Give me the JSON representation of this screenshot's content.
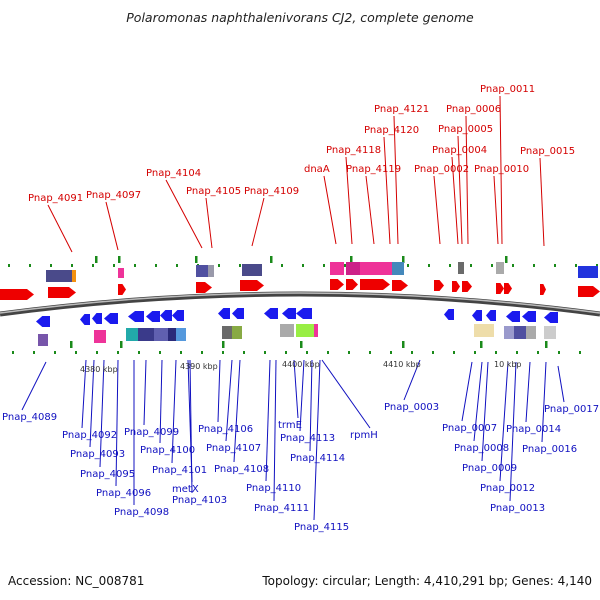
{
  "title": "Polaromonas naphthalenivorans CJ2, complete genome",
  "footer": {
    "accession": "Accession: NC_008781",
    "summary": "Topology: circular; Length: 4,410,291 bp; Genes: 4,140"
  },
  "colors": {
    "forward_label": "#d40000",
    "reverse_label": "#1010c0",
    "forward_arrow": "#ee0000",
    "reverse_arrow": "#1a1aee",
    "axis": "#666666",
    "tick": "#1a8a1a"
  },
  "scale_labels": [
    "4380 kbp",
    "4390 kbp",
    "4400 kbp",
    "4410 kbp",
    "10 kbp"
  ],
  "top_labels": [
    "Pnap_4091",
    "Pnap_4097",
    "Pnap_4104",
    "Pnap_4105",
    "Pnap_4109",
    "dnaA",
    "Pnap_4118",
    "Pnap_4119",
    "Pnap_4120",
    "Pnap_4121",
    "Pnap_0002",
    "Pnap_0004",
    "Pnap_0005",
    "Pnap_0006",
    "Pnap_0010",
    "Pnap_0011",
    "Pnap_0015"
  ],
  "bottom_labels": [
    "Pnap_4089",
    "Pnap_4092",
    "Pnap_4093",
    "Pnap_4095",
    "Pnap_4096",
    "Pnap_4098",
    "Pnap_4099",
    "Pnap_4100",
    "Pnap_4101",
    "metX",
    "Pnap_4103",
    "Pnap_4106",
    "Pnap_4107",
    "Pnap_4108",
    "Pnap_4110",
    "Pnap_4111",
    "trmE",
    "Pnap_4113",
    "Pnap_4114",
    "Pnap_4115",
    "rpmH",
    "Pnap_0003",
    "Pnap_0007",
    "Pnap_0008",
    "Pnap_0009",
    "Pnap_0012",
    "Pnap_0013",
    "Pnap_0014",
    "Pnap_0016",
    "Pnap_0017"
  ]
}
